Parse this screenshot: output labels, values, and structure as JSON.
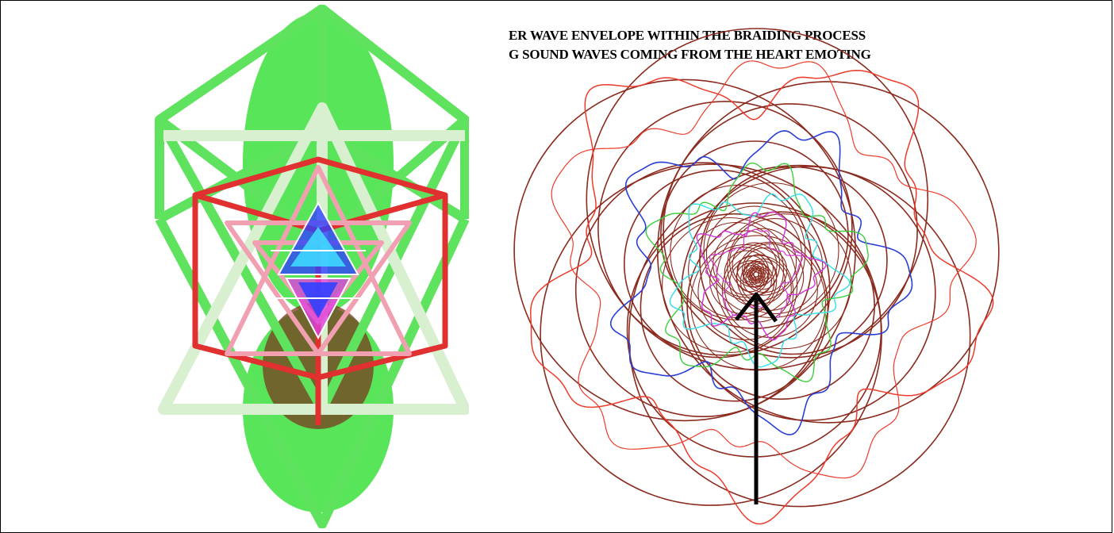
{
  "captions": {
    "line1": "ER WAVE ENVELOPE WITHIN THE BRAIDING PROCESS",
    "line2": "G SOUND WAVES COMING FROM THE HEART EMOTING"
  },
  "colors": {
    "border": "#000000",
    "wave_brown": "#8b2a1e",
    "wave_red": "#ee3b2b",
    "wave_blue": "#2b3ed6",
    "wave_green": "#3ccf3c",
    "wave_cyan": "#3de0e8",
    "wave_magenta": "#d23cd8",
    "arrow": "#000000",
    "frame_green": "#5fe35f",
    "frame_pale": "#d8f0d0",
    "frame_red": "#e03030",
    "frame_pink": "#f0a0b0",
    "core_blue": "#3040ff",
    "core_cyan": "#40e0ff",
    "core_magenta": "#e040e0"
  },
  "art": {
    "left": "nested-tetrahedra-figure",
    "right": "concentric-wave-envelope-figure",
    "arrow": "heart-arrow"
  }
}
